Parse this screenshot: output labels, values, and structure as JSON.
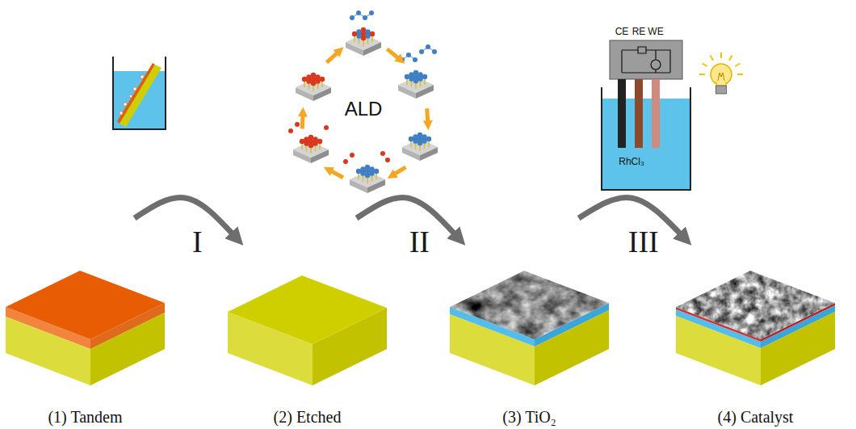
{
  "diagram": {
    "nodes": [
      {
        "text": [
          "(1) Tandem"
        ]
      },
      {
        "text": [
          "(2) Etched"
        ]
      },
      {
        "text": [
          "(3) TiO₂"
        ]
      },
      {
        "text": [
          "(4) Catalyst"
        ]
      }
    ],
    "edges": [
      {
        "from": 0,
        "to": 1,
        "arrow": "to",
        "label": "I"
      },
      {
        "from": 1,
        "to": 2,
        "arrow": "to",
        "label": "II"
      },
      {
        "from": 2,
        "to": 3,
        "arrow": "to",
        "label": "III"
      }
    ],
    "labels": [
      "ALD",
      "CE",
      "RE",
      "WE",
      "RhCl₃"
    ]
  }
}
